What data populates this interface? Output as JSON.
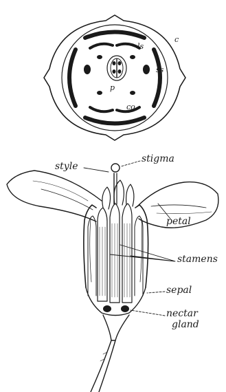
{
  "floral_diagram": {
    "labels": {
      "calyx": "c",
      "corolla": "co",
      "long_stamens": "ls",
      "short_stamens": "ss",
      "pistil": "p"
    }
  },
  "flower_section": {
    "labels": {
      "style": "style",
      "stigma": "stigma",
      "petal": "petal",
      "stamens": "stamens",
      "sepal": "sepal",
      "nectar_gland_line1": "nectar",
      "nectar_gland_line2": "gland"
    }
  },
  "colors": {
    "ink": "#1a1a1a",
    "paper": "#ffffff"
  }
}
